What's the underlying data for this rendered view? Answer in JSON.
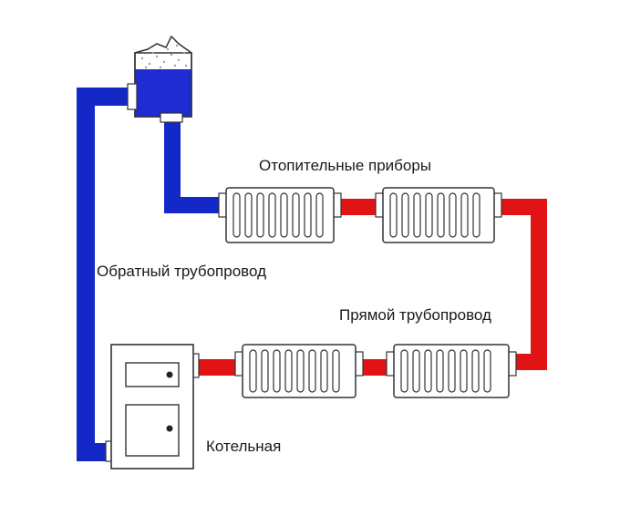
{
  "labels": {
    "heating_devices": "Отопительные приборы",
    "return_pipe": "Обратный трубопровод",
    "supply_pipe": "Прямой трубопровод",
    "boiler_room": "Котельная"
  },
  "colors": {
    "return_pipe": "#1428c8",
    "supply_pipe": "#e01414",
    "tank_water": "#1e2cd2",
    "outline": "#333333",
    "radiator_fill": "#ffffff"
  },
  "icons": {
    "expansion_tank": "expansion-tank-icon",
    "radiator": "radiator-icon",
    "boiler": "boiler-icon"
  }
}
